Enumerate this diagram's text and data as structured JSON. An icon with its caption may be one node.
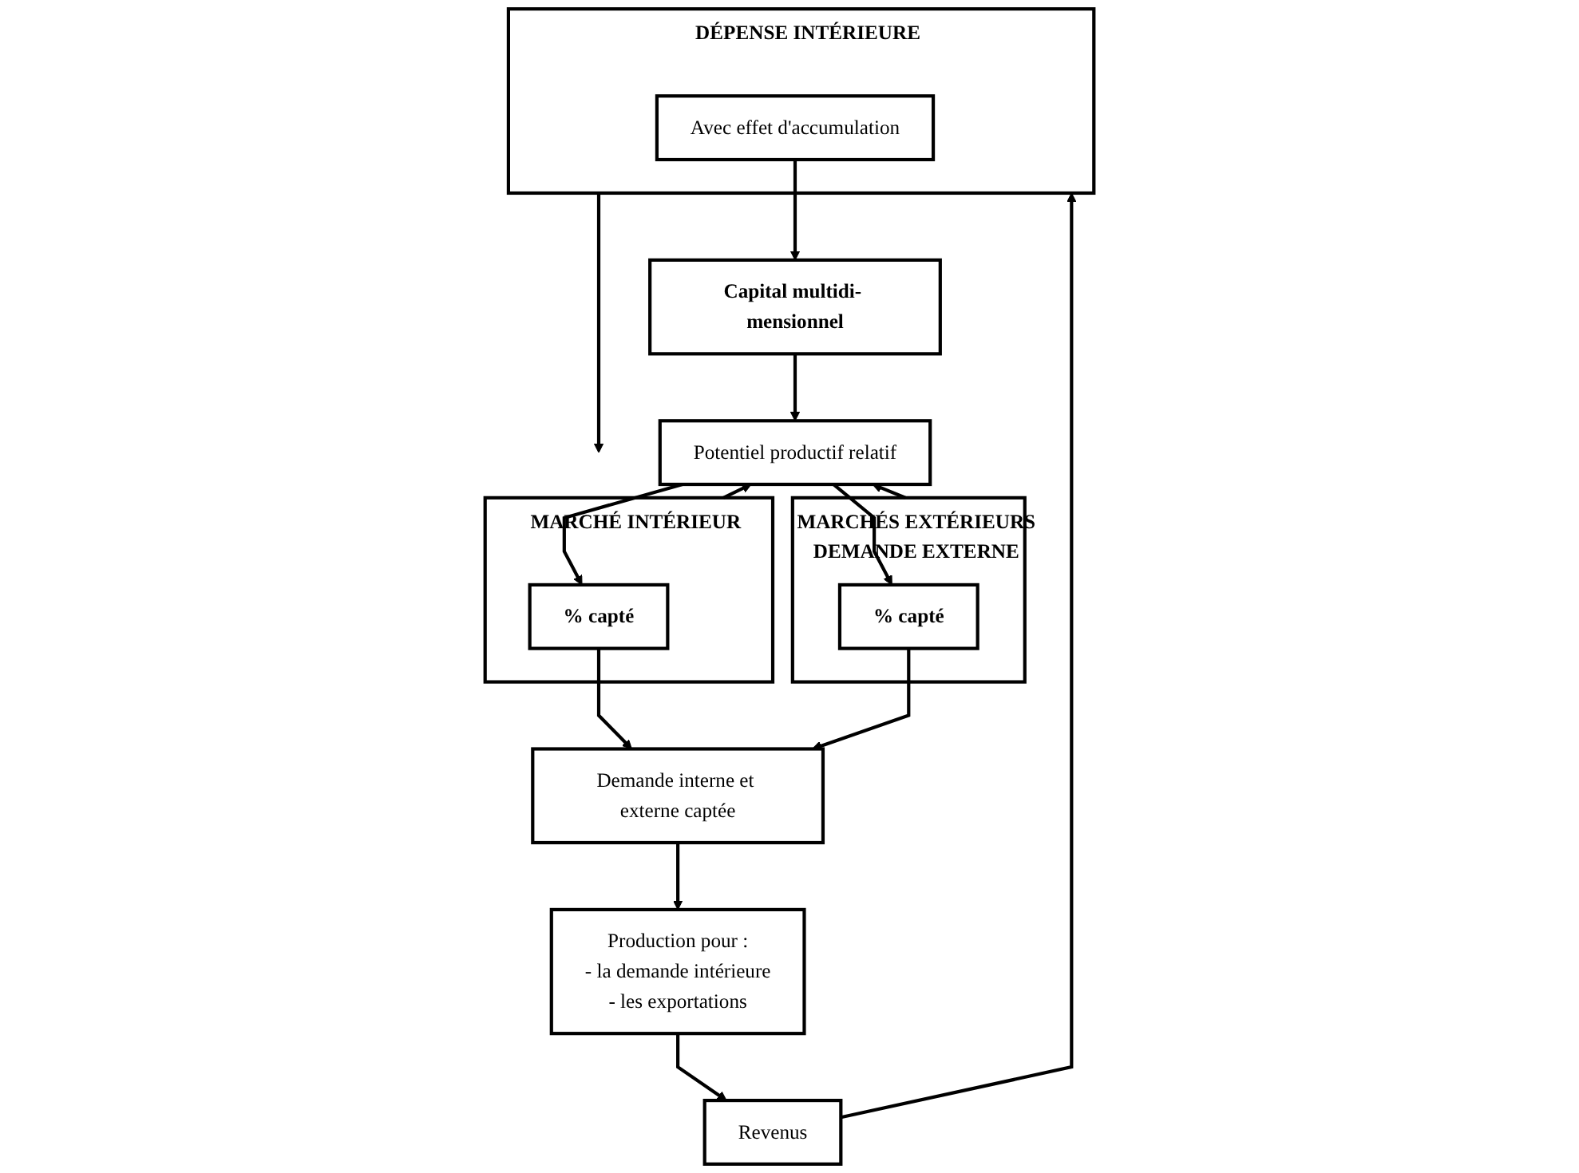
{
  "diagram": {
    "nodes": [
      {
        "text": [
          "DÉPENSE INTÉRIEURE"
        ]
      },
      {
        "text": [
          "Avec effet d'accumulation"
        ],
        "in": 0
      },
      {
        "text": [
          "MARCHÉ INTÉRIEUR"
        ]
      },
      {
        "text": [
          "% capté"
        ],
        "in": 2
      },
      {
        "text": [
          "Potentiel productif relatif"
        ]
      },
      {
        "text": [
          "MARCHÉS EXTÉRIEURS",
          "DEMANDE EXTERNE"
        ]
      },
      {
        "text": [
          "% capté"
        ],
        "in": 5
      },
      {
        "text": [
          "Capital multidi- mensionnel"
        ]
      },
      {
        "text": [
          "Revenus"
        ]
      },
      {
        "text": [
          "Demande interne et externe captée"
        ]
      },
      {
        "text": [
          "Production pour :",
          "- la demande intérieure",
          "- les exportations"
        ]
      }
    ],
    "edges": [
      {
        "from": 0,
        "to": 2,
        "arrow": "to"
      },
      {
        "from": 1,
        "to": 7,
        "arrow": "to"
      },
      {
        "from": 7,
        "to": 4,
        "arrow": "to"
      },
      {
        "from": 2,
        "to": 4,
        "arrow": "to"
      },
      {
        "from": 4,
        "to": 3,
        "arrow": "to"
      },
      {
        "from": 5,
        "to": 4,
        "arrow": "to"
      },
      {
        "from": 4,
        "to": 6,
        "arrow": "to"
      },
      {
        "from": 3,
        "to": 9,
        "arrow": "to"
      },
      {
        "from": 6,
        "to": 9,
        "arrow": "to"
      },
      {
        "from": 9,
        "to": 10,
        "arrow": "to"
      },
      {
        "from": 10,
        "to": 8,
        "arrow": "to"
      },
      {
        "from": 8,
        "to": 0,
        "arrow": "to"
      }
    ]
  }
}
